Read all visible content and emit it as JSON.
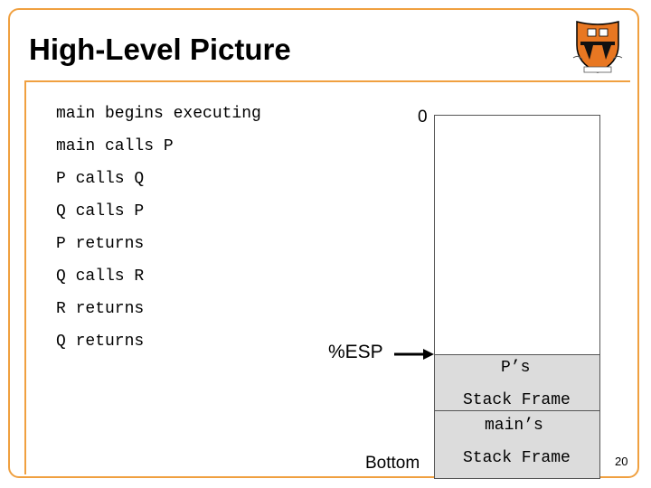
{
  "slide": {
    "title": "High-Level Picture",
    "page_number": "20"
  },
  "colors": {
    "accent": "#f0a040",
    "frame_fill": "#dcdcdc",
    "logo_orange": "#e87722"
  },
  "steps": [
    "main begins executing",
    "main calls P",
    "P calls Q",
    "Q calls P",
    "P returns",
    "Q calls R",
    "R returns",
    "Q returns"
  ],
  "stack": {
    "top_label": "0",
    "bottom_label": "Bottom",
    "pointer_label": "%ESP",
    "frames": [
      {
        "line1": "P’s",
        "line2": "Stack Frame"
      },
      {
        "line1": "main’s",
        "line2": "Stack Frame"
      }
    ]
  },
  "logo": {
    "name": "princeton-shield-icon"
  }
}
